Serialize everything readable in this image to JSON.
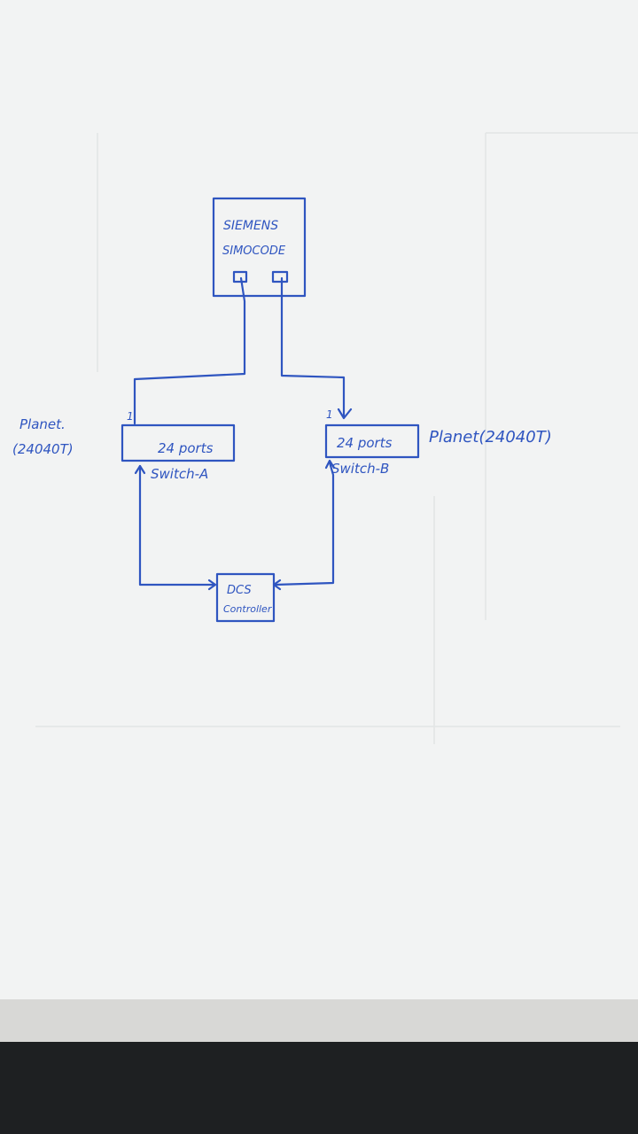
{
  "siemens": {
    "line1": "SIEMENS",
    "line2": "SIMOCODE"
  },
  "switch_a": {
    "ports": "24 ports",
    "name": "Switch-A",
    "port_no": "1"
  },
  "switch_b": {
    "ports": "24 ports",
    "name": "Switch-B",
    "port_no": "1"
  },
  "dcs": {
    "line1": "DCS",
    "line2": "Controller"
  },
  "left_label": {
    "line1": "Planet.",
    "line2": "(24040T)"
  },
  "right_label": "Planet(24040T)",
  "colors": {
    "ink": "#2f55c0",
    "paper": "#f2f3f3",
    "floor": "#1e2022"
  }
}
